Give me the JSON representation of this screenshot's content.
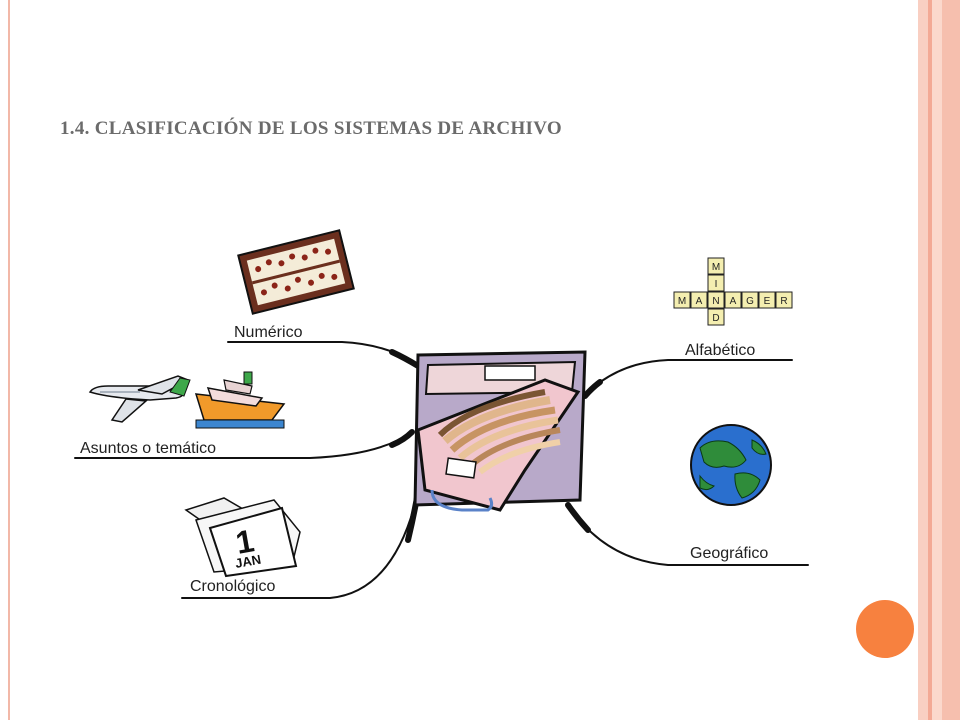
{
  "title": "1.4. CLASIFICACIÓN DE LOS SISTEMAS DE ARCHIVO",
  "branches": {
    "numerico": "Numérico",
    "asuntos": "Asuntos o temático",
    "cronologico": "Cronológico",
    "alfabetico": "Alfabético",
    "geografico": "Geográfico"
  },
  "crossword": {
    "vertical": [
      "M",
      "I",
      "N",
      "D"
    ],
    "horizontal": [
      "M",
      "A",
      "N",
      "A",
      "G",
      "E",
      "R"
    ]
  },
  "calendar": {
    "day": "1",
    "month": "JAN"
  },
  "colors": {
    "accent": "#f7813f",
    "frame": "#f6bfae",
    "title": "#6b6b6b"
  },
  "icons": {
    "center": "filing-cabinet-icon",
    "numerico": "abacus-icon",
    "asuntos": "airplane-ship-icon",
    "cronologico": "calendar-icon",
    "alfabetico": "crossword-icon",
    "geografico": "globe-icon"
  }
}
